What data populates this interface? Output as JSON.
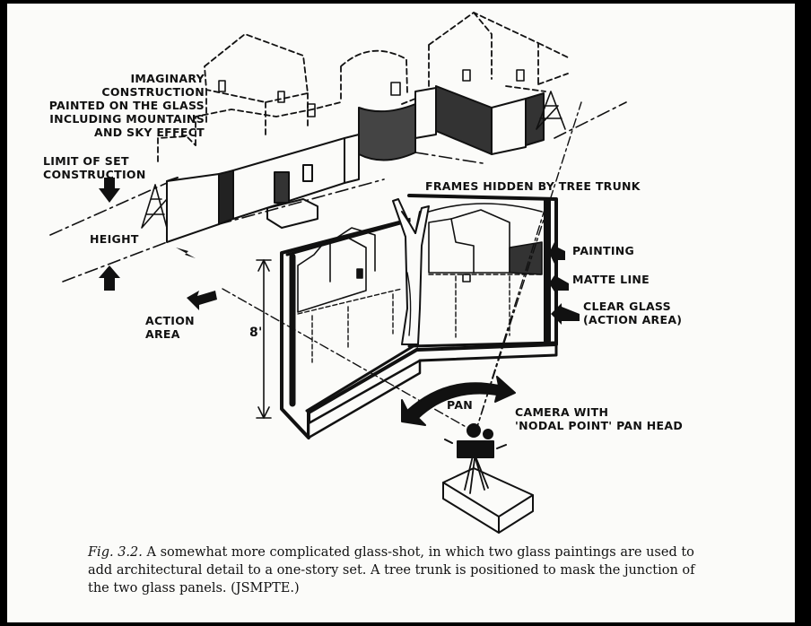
{
  "labels": {
    "imaginary": "IMAGINARY CONSTRUCTION\nPAINTED ON THE GLASS\nINCLUDING MOUNTAINS\nAND SKY EFFECT",
    "limit": "LIMIT OF SET\nCONSTRUCTION",
    "height": "HEIGHT",
    "action_area": "ACTION\nAREA",
    "frames_hidden": "FRAMES HIDDEN BY TREE TRUNK",
    "painting": "PAINTING",
    "matte_line": "MATTE LINE",
    "clear_glass": "CLEAR GLASS\n(ACTION AREA)",
    "eight_ft": "8'",
    "pan": "PAN",
    "camera": "CAMERA WITH\n'NODAL POINT' PAN HEAD"
  },
  "caption": {
    "fig_label": "Fig. 3.2.",
    "text": " A somewhat more complicated glass-shot, in which two glass paintings are used to add architectural detail to a one-story set. A tree trunk is positioned to mask the junction of the two glass panels. (JSMPTE.)"
  }
}
